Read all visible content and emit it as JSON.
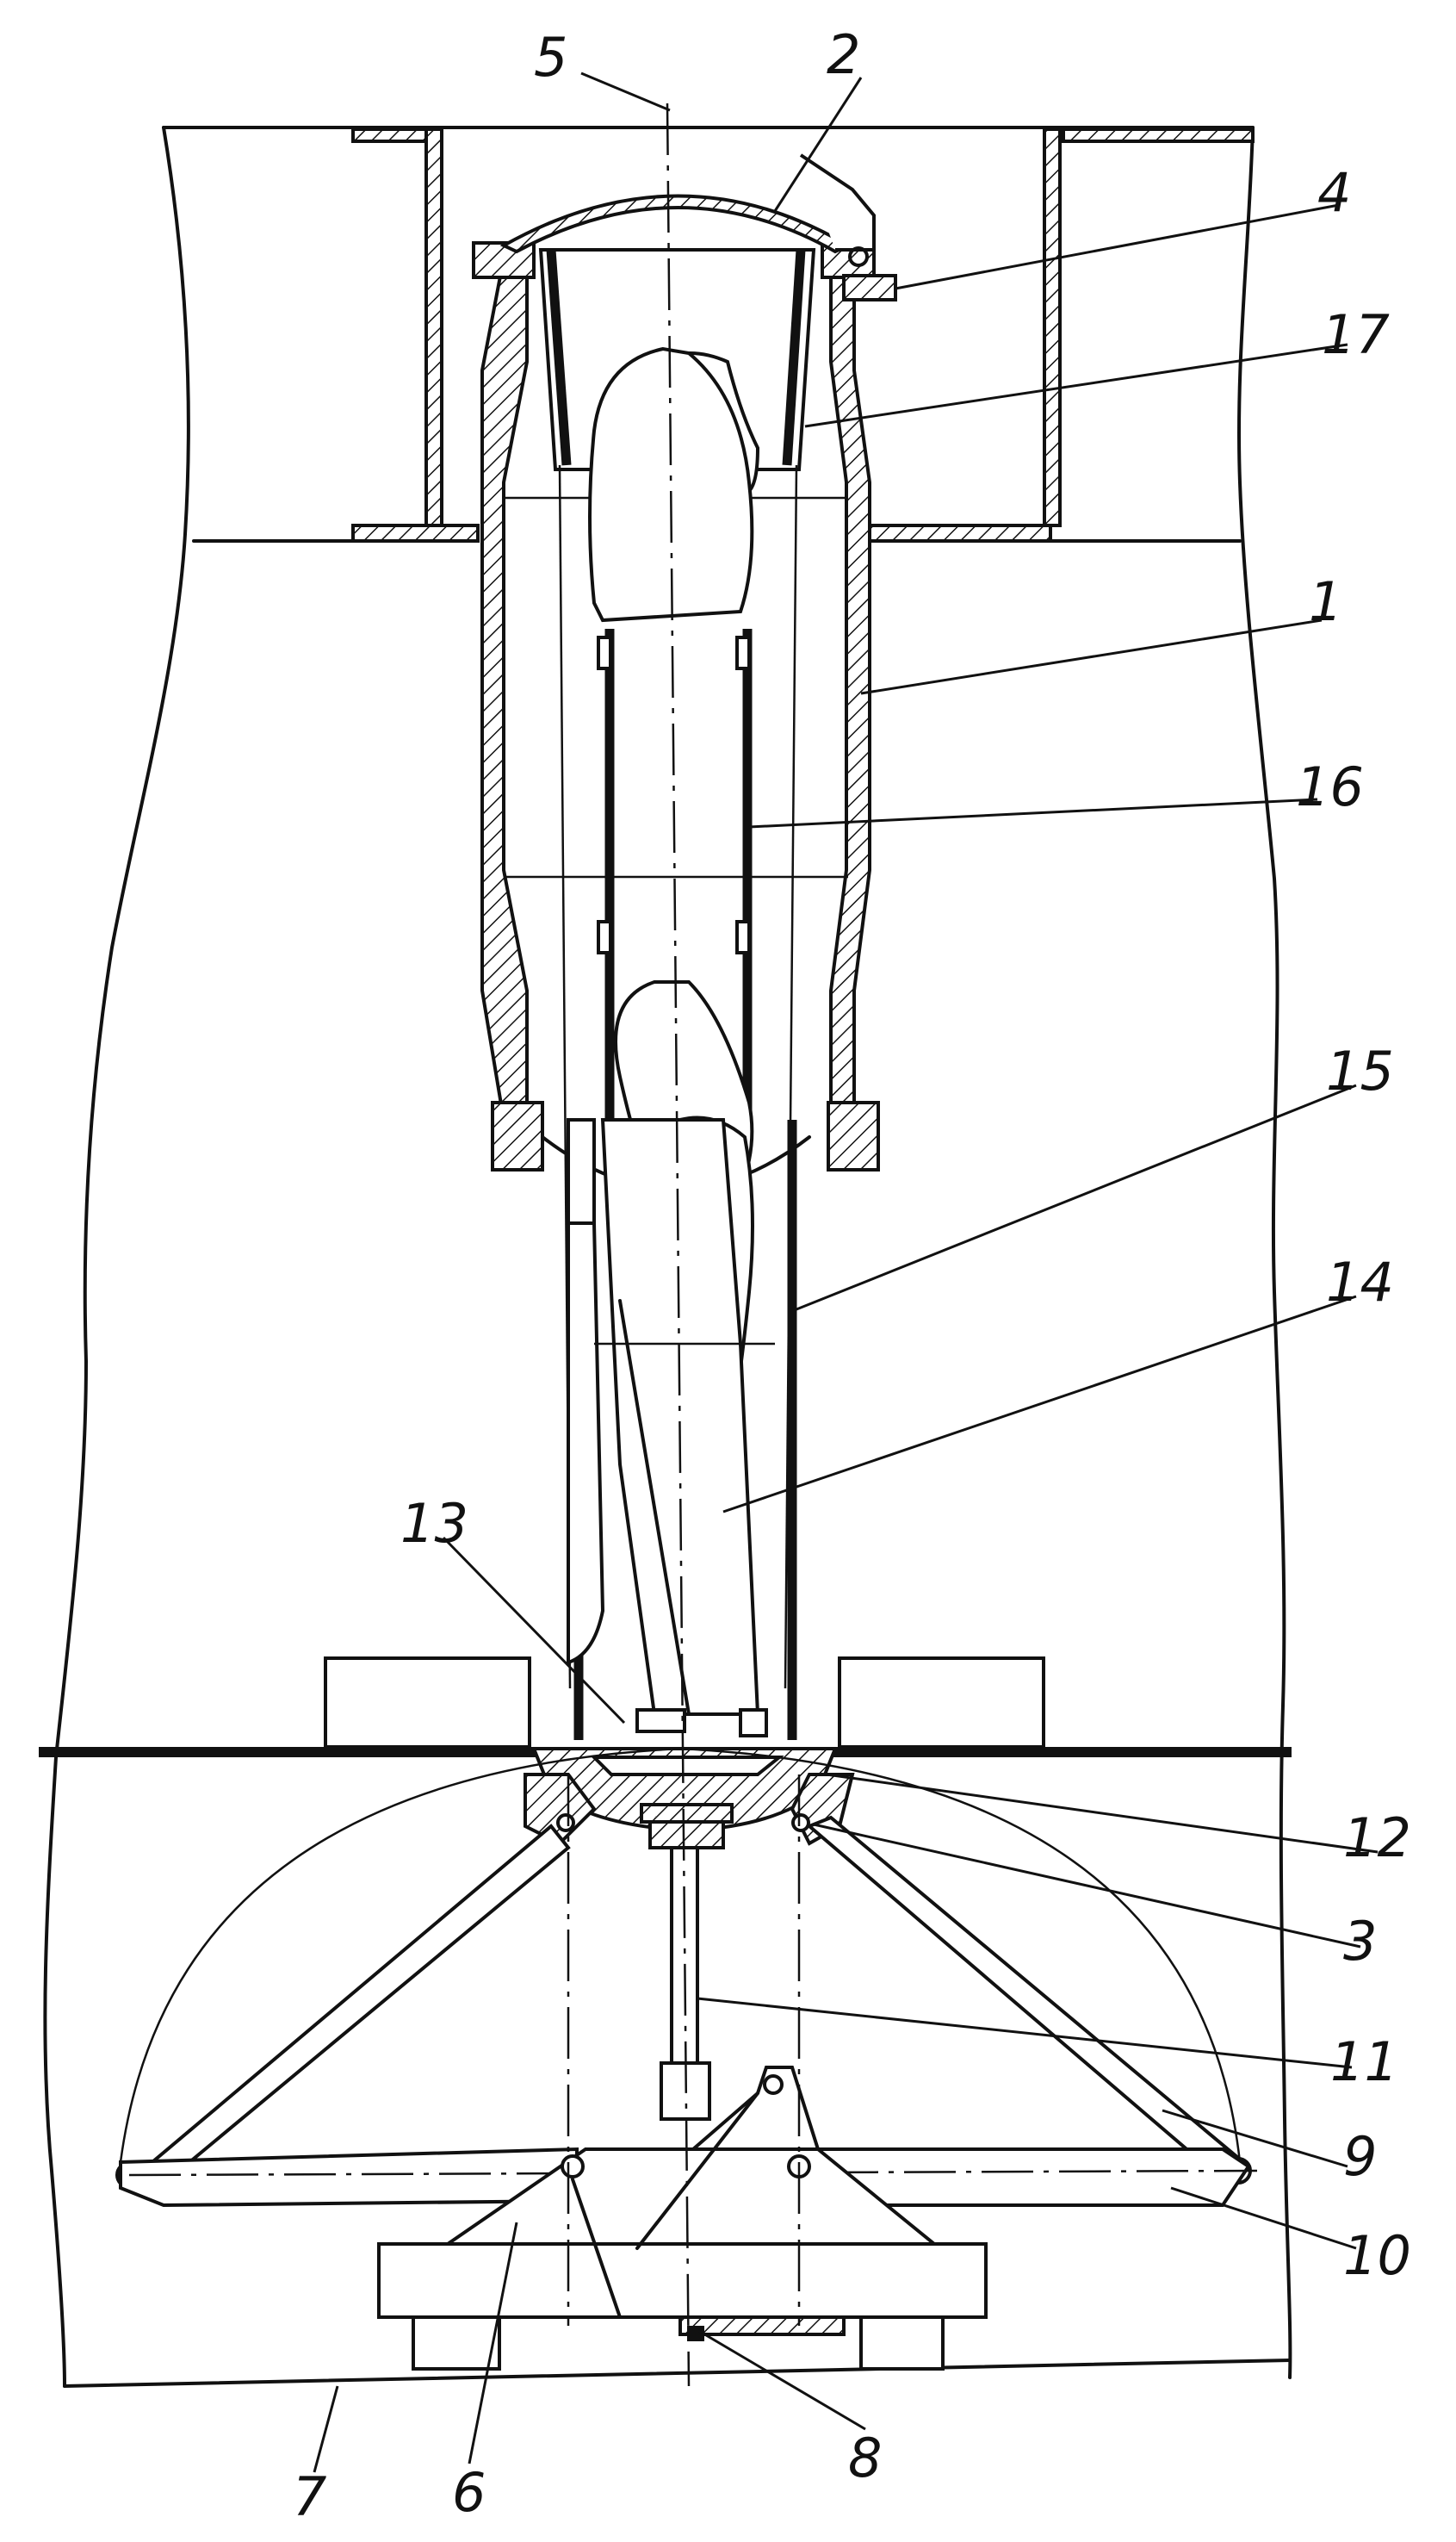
{
  "callouts": [
    {
      "id": "c5",
      "text": "5"
    },
    {
      "id": "c2",
      "text": "2"
    },
    {
      "id": "c4",
      "text": "4"
    },
    {
      "id": "c17",
      "text": "17"
    },
    {
      "id": "c1",
      "text": "1"
    },
    {
      "id": "c16",
      "text": "16"
    },
    {
      "id": "c15",
      "text": "15"
    },
    {
      "id": "c14",
      "text": "14"
    },
    {
      "id": "c13",
      "text": "13"
    },
    {
      "id": "c12",
      "text": "12"
    },
    {
      "id": "c3",
      "text": "3"
    },
    {
      "id": "c11",
      "text": "11"
    },
    {
      "id": "c9",
      "text": "9"
    },
    {
      "id": "c10",
      "text": "10"
    },
    {
      "id": "c7",
      "text": "7"
    },
    {
      "id": "c6",
      "text": "6"
    },
    {
      "id": "c8",
      "text": "8"
    }
  ],
  "colors": {
    "ink": "#111111",
    "paper": "#ffffff"
  }
}
